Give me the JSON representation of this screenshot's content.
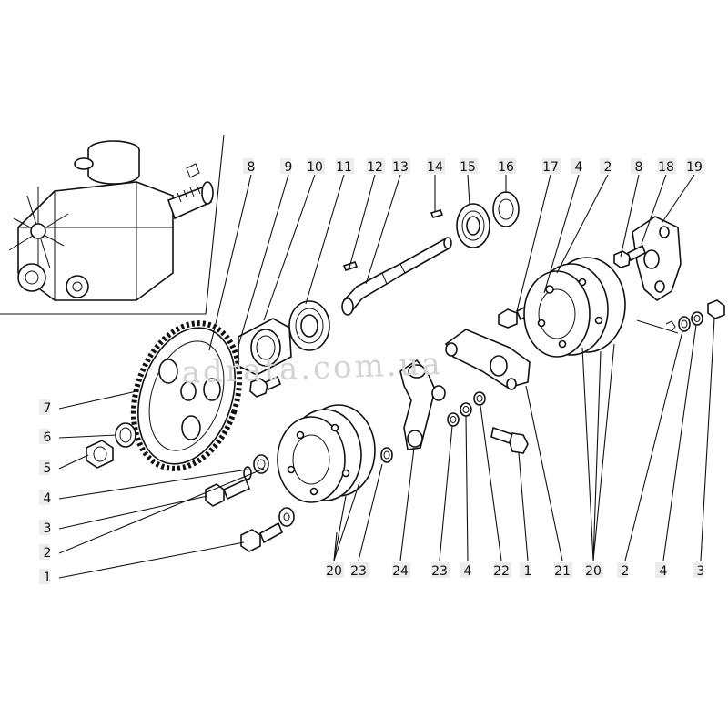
{
  "watermark": "adrata.com.ua",
  "labels_top": [
    "8",
    "9",
    "10",
    "11",
    "12",
    "13",
    "14",
    "15",
    "16",
    "17",
    "4",
    "2",
    "8",
    "18",
    "19"
  ],
  "labels_left": [
    "7",
    "6",
    "5",
    "4",
    "3",
    "2",
    "1"
  ],
  "labels_bottom": [
    "20",
    "23",
    "24",
    "23",
    "4",
    "22",
    "1",
    "21",
    "20",
    "2",
    "4",
    "3"
  ]
}
